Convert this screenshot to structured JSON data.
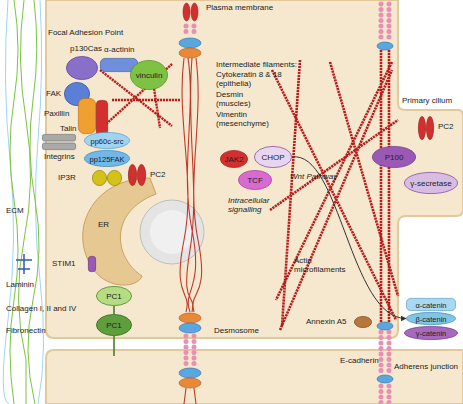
{
  "diagram": {
    "nodes": [
      {
        "text": [
          "p130Cas"
        ]
      },
      {
        "text": [
          "α-actinin"
        ]
      },
      {
        "text": [
          "vinculin"
        ]
      },
      {
        "text": [
          "FAK"
        ]
      },
      {
        "text": [
          "Paxillin"
        ]
      },
      {
        "text": [
          "Talin"
        ]
      },
      {
        "text": [
          "Integrins"
        ]
      },
      {
        "text": [
          "pp60c-src"
        ]
      },
      {
        "text": [
          "pp125FAK"
        ]
      },
      {
        "text": [
          "PC2"
        ]
      },
      {
        "text": [
          "P100"
        ]
      },
      {
        "text": [
          "γ-secretase"
        ]
      },
      {
        "text": [
          "JAK2"
        ]
      },
      {
        "text": [
          "CHOP"
        ]
      },
      {
        "text": [
          "TCF"
        ]
      },
      {
        "text": [
          "IP3R"
        ]
      },
      {
        "text": [
          "PC2"
        ]
      },
      {
        "text": [
          "STIM1"
        ]
      },
      {
        "text": [
          "PC1"
        ]
      },
      {
        "text": [
          "PC1"
        ]
      },
      {
        "text": [
          "Annexin A5"
        ]
      },
      {
        "text": [
          "α-catenin"
        ]
      },
      {
        "text": [
          "β-catenin"
        ]
      },
      {
        "text": [
          "γ-catenin"
        ]
      }
    ],
    "edges": [
      {
        "from": 13,
        "to": 22,
        "arrow": "to"
      }
    ],
    "labels": [
      "Plasma membrane",
      "Focal Adhesion Point",
      "Intermediate filaments:",
      "Cytokeratin 8 & 18 (epithelia)",
      "Desmin (muscles)",
      "Vimentin (mesenchyme)",
      "Primary cilium",
      "ER",
      "Wnt Pathway",
      "Intracellular signalling",
      "Actin microfilaments",
      "Desmosome",
      "E-cadherin",
      "Adherens junction",
      "ECM",
      "Laminin",
      "Collagen I, II and IV",
      "Fibronectin"
    ]
  }
}
